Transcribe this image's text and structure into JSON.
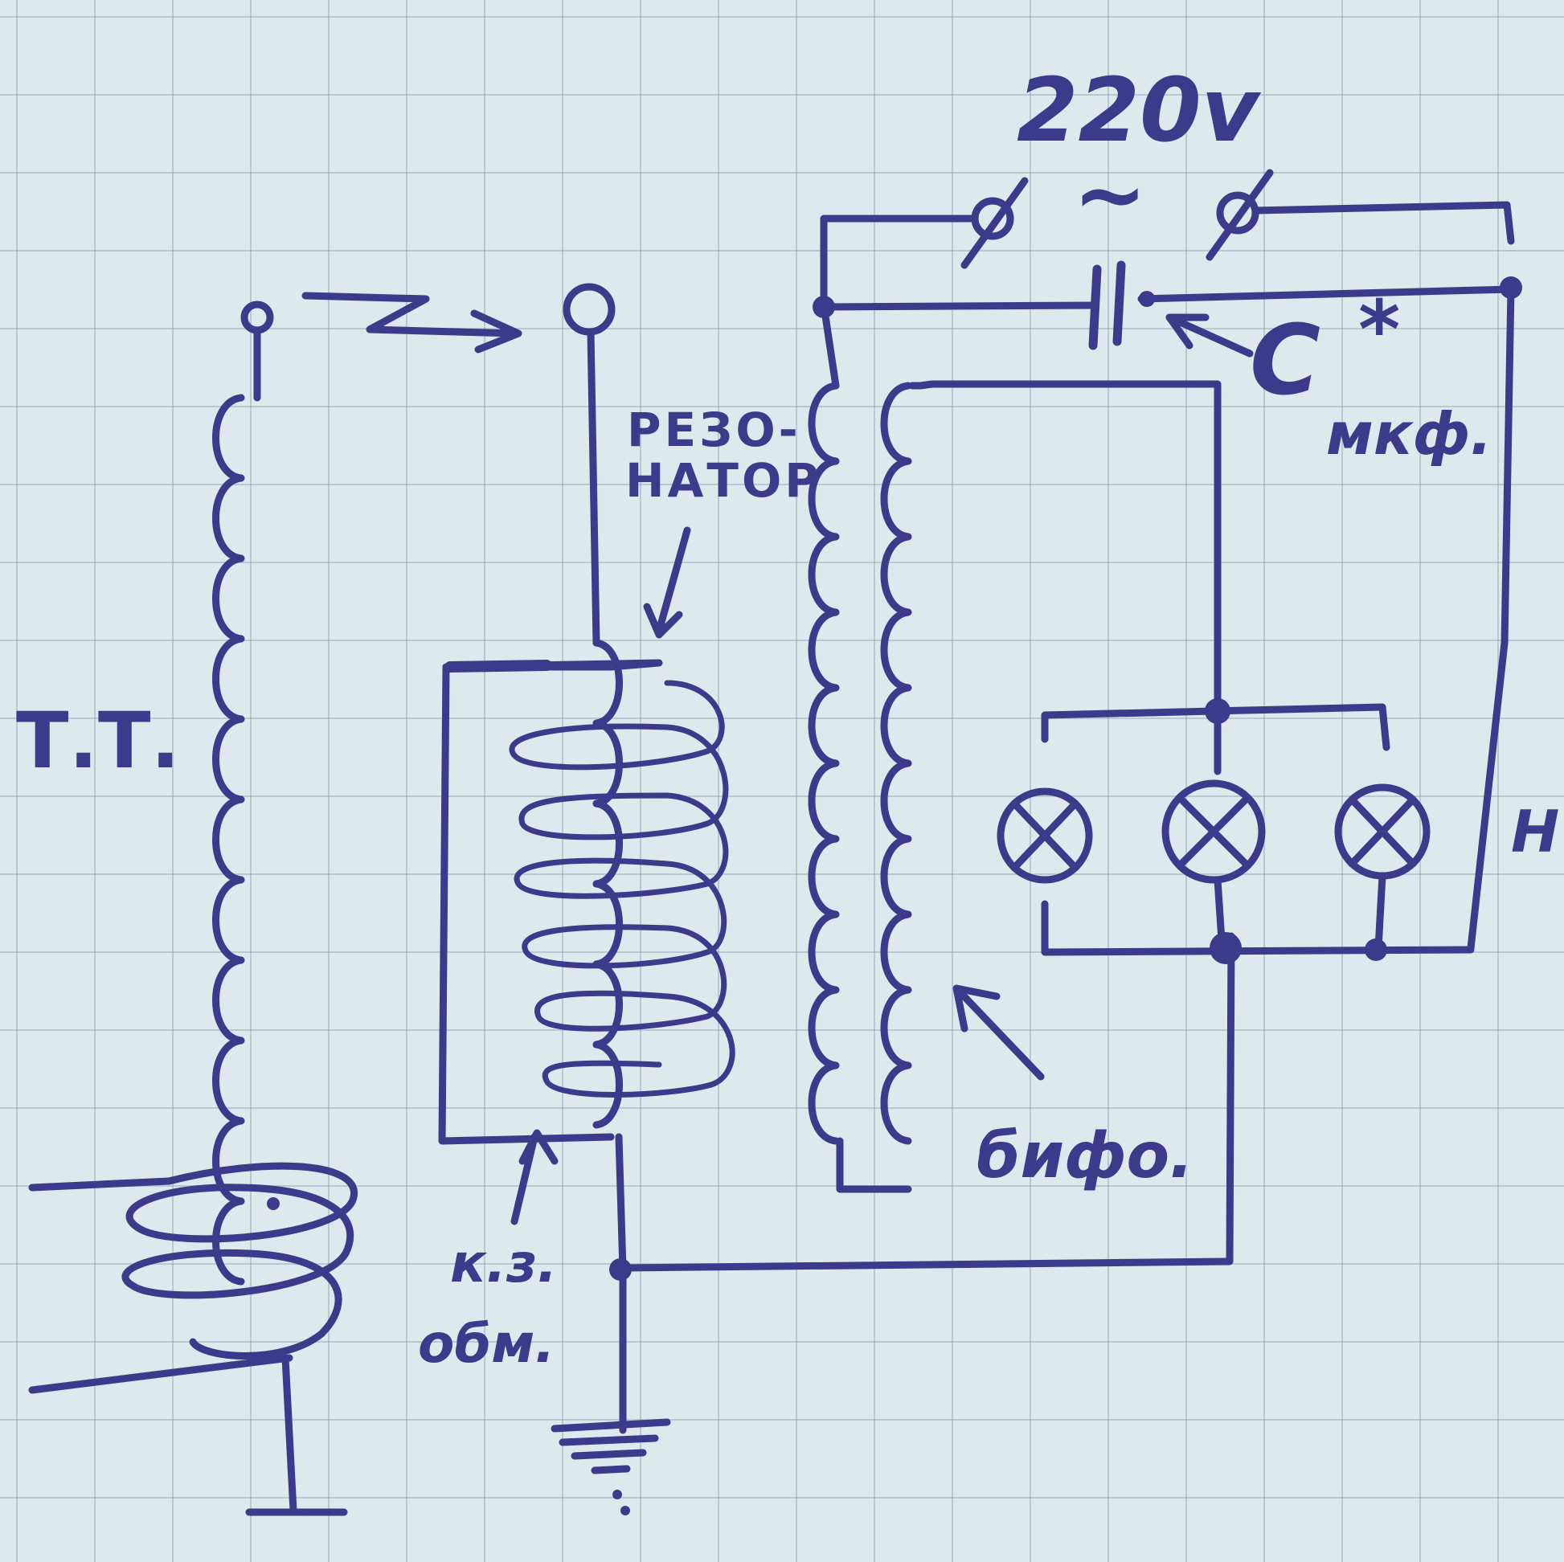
{
  "labels": {
    "tesla_coil": "Т.Т.",
    "voltage": "220v",
    "ac_symbol": "~",
    "capacitor": "С",
    "capacitor_mark": "*",
    "capacitor_unit": "мкф.",
    "resonator_line1": "РЕЗО-",
    "resonator_line2": "НАТОР",
    "short_circuit_line1": "к.з.",
    "short_circuit_line2": "обм.",
    "bifilar": "бифо.",
    "load": "Н"
  },
  "colors": {
    "ink": "#3d3a8c",
    "paper": "#dfe8ec",
    "grid": "#8fa3b6"
  },
  "components": {
    "lamps_count": 3,
    "terminals": [
      "terminal-left",
      "terminal-right"
    ]
  }
}
